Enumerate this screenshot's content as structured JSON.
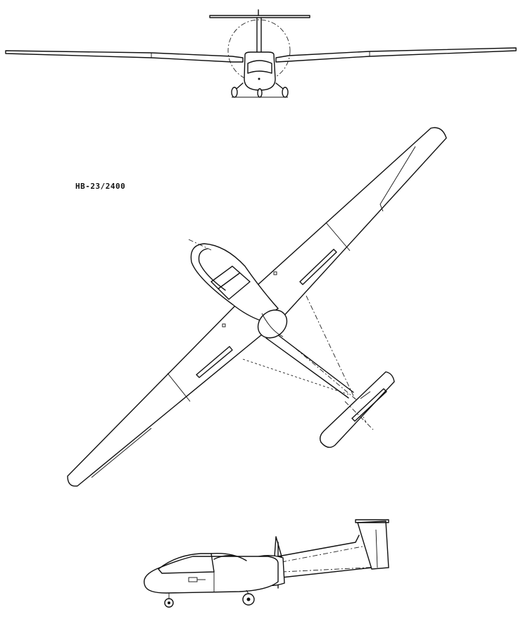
{
  "drawing": {
    "designation": "HB-23/2400",
    "views": [
      "front-view",
      "plan-view",
      "side-view"
    ]
  },
  "colors": {
    "line": "#111111",
    "paper": "#ffffff"
  }
}
